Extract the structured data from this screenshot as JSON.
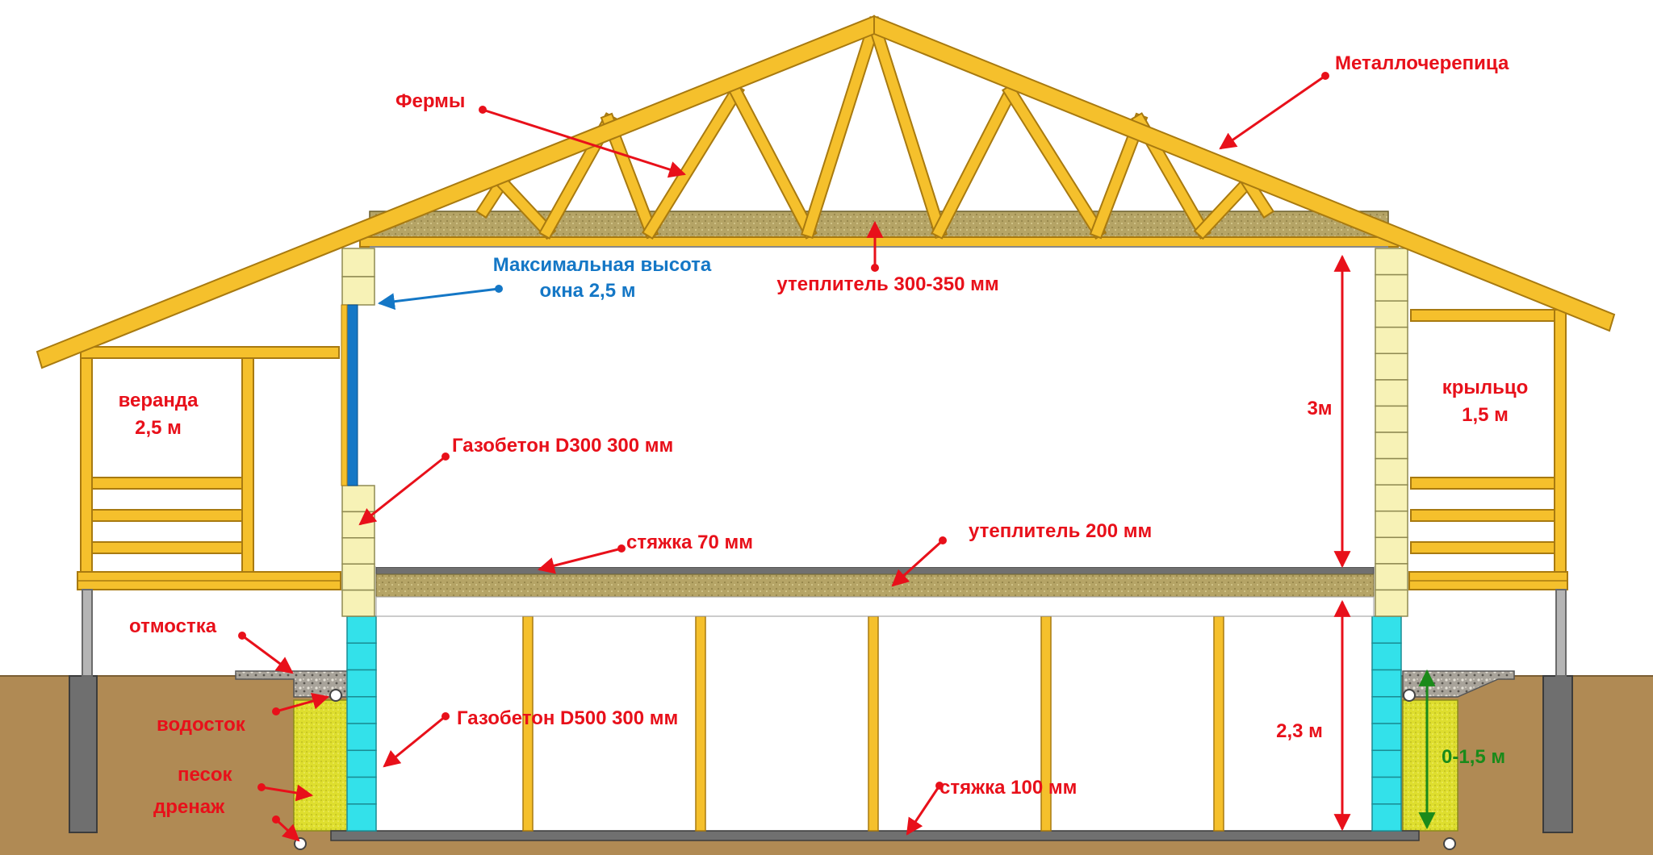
{
  "labels": {
    "roof_tile": "Металлочерепица",
    "trusses": "Фермы",
    "window_max_line1": "Максимальная высота",
    "window_max_line2": "окна  2,5 м",
    "roof_insulation": "утеплитель 300-350 мм",
    "veranda_line1": "веранда",
    "veranda_line2": "2,5 м",
    "porch_line1": "крыльцо",
    "porch_line2": "1,5 м",
    "height_3m": "3м",
    "gasbeton_d300": "Газобетон D300  300 мм",
    "screed_70": "стяжка 70 мм",
    "floor_insulation": "утеплитель 200 мм",
    "blind_area": "отмостка",
    "gutter": "водосток",
    "gasbeton_d500": "Газобетон D500  300 мм",
    "height_23m": "2,3 м",
    "sand": "песок",
    "drainage": "дренаж",
    "screed_100": "стяжка 100 мм",
    "depth": "0-1,5 м"
  },
  "colors": {
    "timber": "#f5c02c",
    "timber_edge": "#a87a10",
    "soil": "#b08a54",
    "insulation": "#b5a466",
    "block_d300": "#f7f2b6",
    "block_d500": "#33e1ea",
    "sand": "#dede2e",
    "concrete": "#707070",
    "label_red": "#e8101a",
    "label_blue": "#1477c6",
    "label_green": "#1a8a1a"
  }
}
